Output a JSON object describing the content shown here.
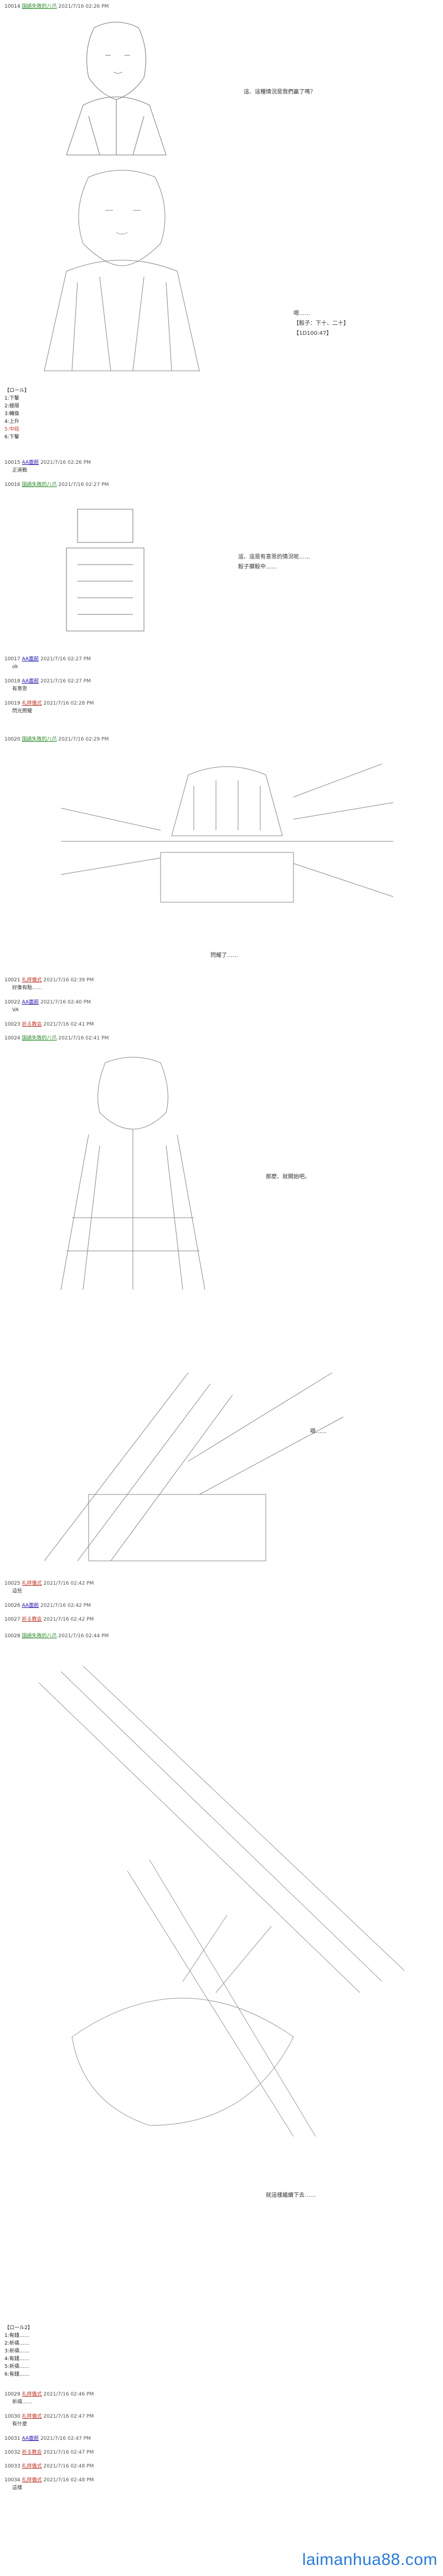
{
  "posts": [
    {
      "num": "10014",
      "name": "国語失敗的八爪",
      "date": "2021/7/16 02:26 PM"
    },
    {
      "num": "10015",
      "name": "AA面前",
      "date": "2021/7/16 02:26 PM"
    },
    {
      "num": "10016",
      "name": "国語失敗的八爪",
      "date": "2021/7/16 02:27 PM"
    },
    {
      "num": "10017",
      "name": "AA面前",
      "date": "2021/7/16 02:27 PM"
    },
    {
      "num": "10018",
      "name": "AA面前",
      "date": "2021/7/16 02:27 PM"
    },
    {
      "num": "10019",
      "name": "礼拝儀式",
      "date": "2021/7/16 02:28 PM"
    },
    {
      "num": "10020",
      "name": "国語失敗的八爪",
      "date": "2021/7/16 02:29 PM"
    },
    {
      "num": "10021",
      "name": "礼拝儀式",
      "date": "2021/7/16 02:39 PM"
    },
    {
      "num": "10022",
      "name": "AA面前",
      "date": "2021/7/16 02:40 PM"
    },
    {
      "num": "10023",
      "name": "祈る教会",
      "date": "2021/7/16 02:41 PM"
    },
    {
      "num": "10024",
      "name": "国語失敗的八爪",
      "date": "2021/7/16 02:41 PM"
    },
    {
      "num": "10025",
      "name": "礼拝儀式",
      "date": "2021/7/16 02:42 PM"
    },
    {
      "num": "10026",
      "name": "AA面前",
      "date": "2021/7/16 02:42 PM"
    },
    {
      "num": "10027",
      "name": "祈る教会",
      "date": "2021/7/16 02:42 PM"
    },
    {
      "num": "10028",
      "name": "国語失敗的八爪",
      "date": "2021/7/16 02:44 PM"
    },
    {
      "num": "10029",
      "name": "礼拝儀式",
      "date": "2021/7/16 02:46 PM"
    },
    {
      "num": "10030",
      "name": "礼拝儀式",
      "date": "2021/7/16 02:47 PM"
    },
    {
      "num": "10031",
      "name": "AA面前",
      "date": "2021/7/16 02:47 PM"
    },
    {
      "num": "10032",
      "name": "祈る教会",
      "date": "2021/7/16 02:47 PM"
    },
    {
      "num": "10033",
      "name": "礼拝儀式",
      "date": "2021/7/16 02:48 PM"
    },
    {
      "num": "10034",
      "name": "礼拝儀式",
      "date": "2021/7/16 02:48 PM"
    }
  ],
  "dialogue": {
    "line1": "這、這種情況是我們贏了嗎？",
    "line2": "嗯……",
    "line3": "【骰子：下十、二十】",
    "line4": "【1D100:47】",
    "line5": "這、這是有意思的情況呢……",
    "line6": "骰子擲骰中……",
    "line7": "閃耀了……",
    "line8": "那麼、就開始吧。",
    "line9": "嗯……",
    "line10": "就這樣繼續下去……"
  },
  "list_block": {
    "title": "【ロール】",
    "items": [
      "1:下擊",
      "2:極限",
      "3:轉換",
      "4:上升",
      "5:中段",
      "6:下擊"
    ]
  },
  "list_block2": {
    "title": "【ロール2】",
    "items": [
      "1:有錢……",
      "2:祈禱……",
      "3:祈禱……",
      "4:有錢……",
      "5:祈禱……",
      "6:有錢……"
    ]
  },
  "replies": {
    "r1": "正道戰",
    "r2": "ok",
    "r3": "有意思",
    "r4": "閃光照耀",
    "r5": "好像有點……",
    "r6": "VA",
    "r7": "這些",
    "r8": "祈禱……",
    "r9": "有什麼",
    "r10": "這樣"
  },
  "watermark": "laimanhua88.com"
}
